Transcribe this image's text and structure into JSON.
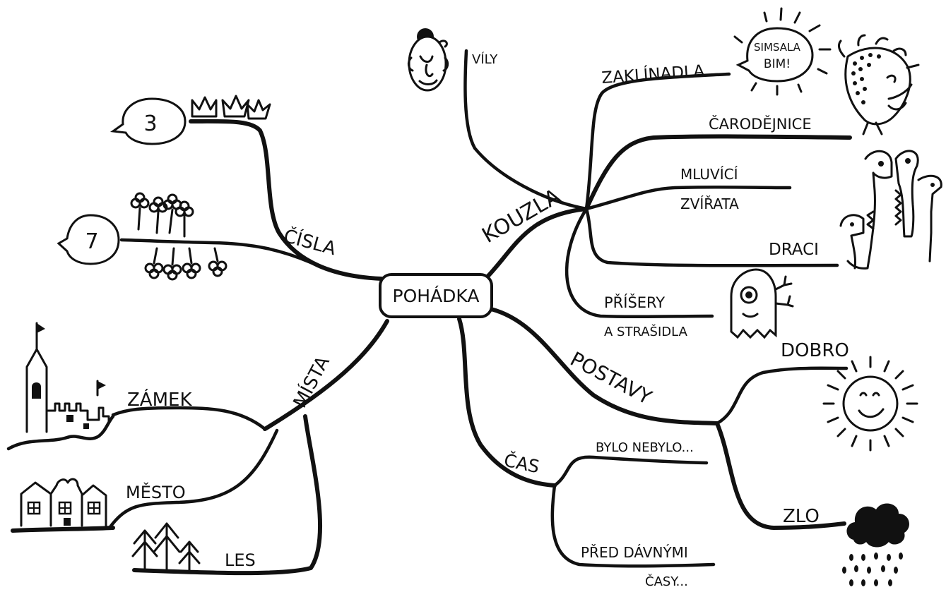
{
  "center": "POHÁDKA",
  "branches": {
    "kouzla": {
      "label": "KOUZLA",
      "children": {
        "vily": "VÍLY",
        "zaklinadla": "ZAKLÍNADLA",
        "carodejnice": "ČARODĚJNICE",
        "mluvici_zvirata_line1": "MLUVÍCÍ",
        "mluvici_zvirata_line2": "ZVÍŘATA",
        "draci": "DRACI",
        "priser_line1": "PŘÍŠERY",
        "priser_line2": "A STRAŠIDLA"
      },
      "speech_bubble_line1": "SIMSALA",
      "speech_bubble_line2": "BIM!"
    },
    "cisla": {
      "label": "ČÍSLA",
      "bubble_three": "3",
      "bubble_seven": "7"
    },
    "mista": {
      "label": "MÍSTA",
      "children": {
        "zamek": "ZÁMEK",
        "mesto": "MĚSTO",
        "les": "LES"
      }
    },
    "cas": {
      "label": "ČAS",
      "children": {
        "bylo_nebylo": "BYLO NEBYLO...",
        "pred_davnymi_line1": "PŘED DÁVNÝMI",
        "pred_davnymi_line2": "ČASY..."
      }
    },
    "postavy": {
      "label": "POSTAVY",
      "children": {
        "dobro": "DOBRO",
        "zlo": "ZLO"
      }
    }
  }
}
